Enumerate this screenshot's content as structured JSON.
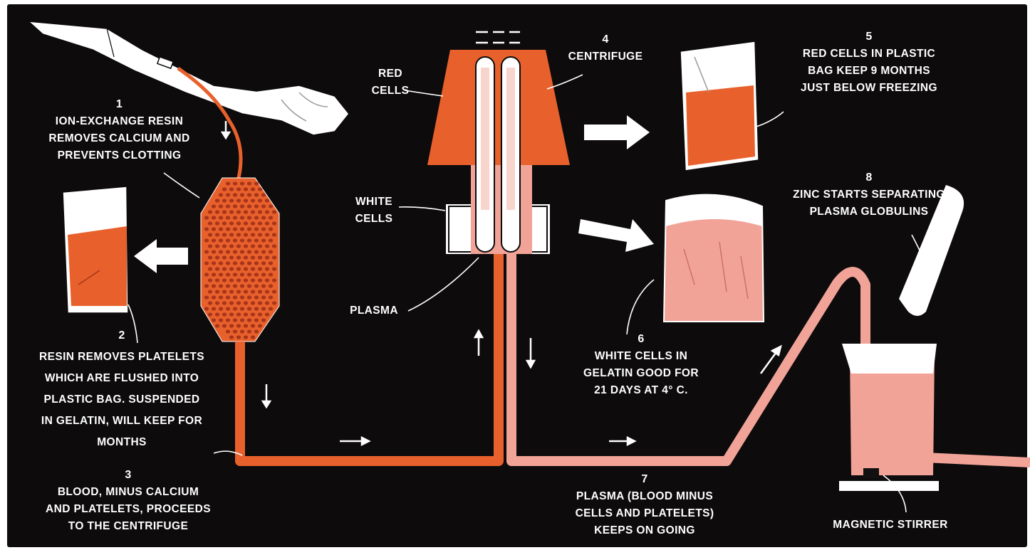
{
  "colors": {
    "background": "#0d0b0c",
    "blood": "#e8612c",
    "plasma": "#f2a398",
    "bag_light": "#f7d5cd",
    "white": "#ffffff"
  },
  "steps": [
    {
      "number": "1",
      "lines": [
        "ION-EXCHANGE RESIN",
        "REMOVES CALCIUM AND",
        "PREVENTS CLOTTING"
      ]
    },
    {
      "number": "2",
      "lines": [
        "RESIN REMOVES PLATELETS",
        "WHICH ARE FLUSHED INTO",
        "PLASTIC BAG. SUSPENDED",
        "IN GELATIN, WILL KEEP FOR",
        "MONTHS"
      ]
    },
    {
      "number": "3",
      "lines": [
        "BLOOD, MINUS CALCIUM",
        "AND PLATELETS, PROCEEDS",
        "TO THE CENTRIFUGE"
      ]
    },
    {
      "number": "4",
      "lines": [
        "CENTRIFUGE"
      ]
    },
    {
      "number": "5",
      "lines": [
        "RED CELLS IN PLASTIC",
        "BAG KEEP 9 MONTHS",
        "JUST BELOW FREEZING"
      ]
    },
    {
      "number": "6",
      "lines": [
        "WHITE CELLS IN",
        "GELATIN GOOD FOR",
        "21 DAYS AT 4° C."
      ]
    },
    {
      "number": "7",
      "lines": [
        "PLASMA (BLOOD MINUS",
        "CELLS AND PLATELETS)",
        "KEEPS ON GOING"
      ]
    },
    {
      "number": "8",
      "lines": [
        "ZINC STARTS SEPARATING",
        "PLASMA GLOBULINS"
      ]
    }
  ],
  "labels": {
    "red_cells": [
      "RED",
      "CELLS"
    ],
    "white_cells": [
      "WHITE",
      "CELLS"
    ],
    "plasma": "PLASMA",
    "magnetic_stirrer": "MAGNETIC STIRRER"
  },
  "icons": {
    "arm": "arm-icon",
    "resin_column": "resin-column-icon",
    "centrifuge": "centrifuge-icon",
    "bag": "plastic-bag-icon",
    "beaker": "beaker-icon",
    "zinc_tube": "test-tube-icon",
    "arrow": "arrow-icon"
  }
}
